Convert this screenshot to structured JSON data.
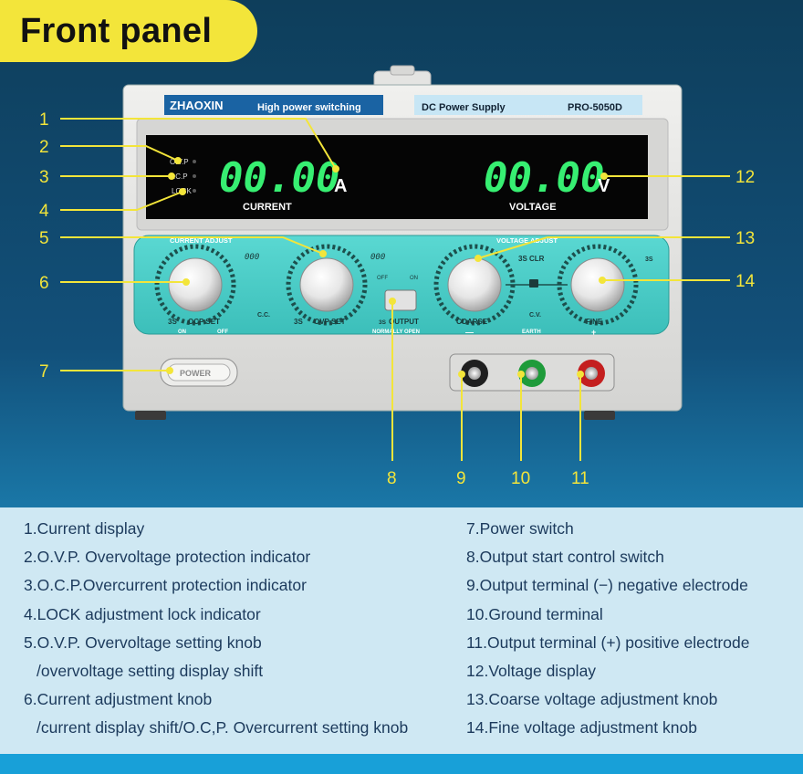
{
  "title": "Front panel",
  "panel": {
    "brand": "ZHAOXIN",
    "tagline": "High power switching",
    "product": "DC Power Supply",
    "model": "PRO-5050D",
    "current_reading": "00.00",
    "current_unit": "A",
    "current_label": "CURRENT",
    "voltage_reading": "00.00",
    "voltage_unit": "V",
    "voltage_label": "VOLTAGE",
    "indicator_ovp": "O.V.P",
    "indicator_ocp": ".C.P",
    "indicator_lock": "LOCK",
    "current_adjust_label": "CURRENT ADJUST",
    "voltage_adjust_label": "VOLTAGE ADJUST",
    "ocp_set_label": "OCP SET",
    "ovp_set_label": "OVP SET",
    "output_label": "OUTPUT",
    "normally_open_label": "NORMALLY OPEN",
    "coarse_label": "COARSE",
    "fine_label": "FINE",
    "cc_label": "C.C.",
    "cv_label": "C.V.",
    "clr_label": "3S CLR",
    "three_s_label": "3S",
    "on_label": "ON",
    "off_label": "OFF",
    "off_small": "OFF",
    "on_small": "ON",
    "earth_label": "EARTH",
    "minus_sign": "—",
    "plus_sign": "+",
    "power_label": "POWER",
    "small_display": "000"
  },
  "callouts": [
    "1",
    "2",
    "3",
    "4",
    "5",
    "6",
    "7",
    "8",
    "9",
    "10",
    "11",
    "12",
    "13",
    "14"
  ],
  "legend": {
    "left": [
      "1.Current display",
      "2.O.V.P. Overvoltage protection indicator",
      "3.O.C.P.Overcurrent protection indicator",
      "4.LOCK adjustment lock indicator",
      "5.O.V.P. Overvoltage setting knob",
      "/overvoltage setting display shift",
      "6.Current adjustment knob",
      "/current display shift/O.C,P. Overcurrent setting knob"
    ],
    "right": [
      "7.Power switch",
      "8.Output start control switch",
      "9.Output terminal (−) negative electrode",
      "10.Ground terminal",
      "11.Output terminal (+) positive electrode",
      "12.Voltage display",
      "13.Coarse voltage adjustment knob",
      "14.Fine voltage adjustment knob"
    ]
  },
  "colors": {
    "badge": "#f3e53a",
    "callout": "#f3e53a",
    "lcd_green": "#37ef72",
    "panel_teal": "#4fd1cc",
    "legend_bg": "#cfe8f3",
    "bottom_bar": "#18a0d8"
  }
}
